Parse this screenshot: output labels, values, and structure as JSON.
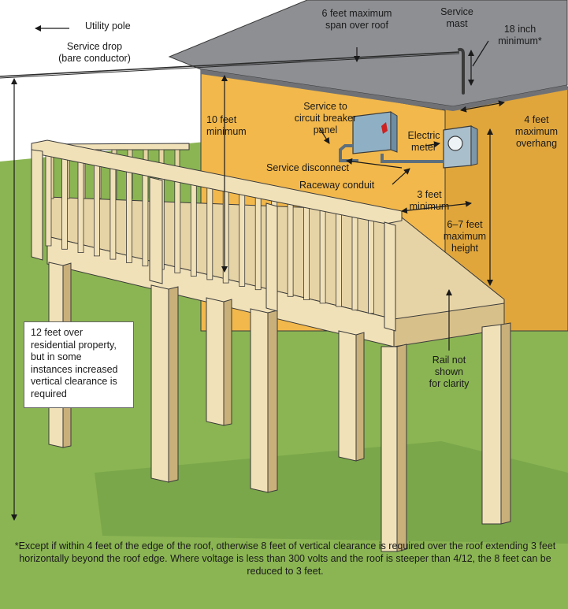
{
  "labels": {
    "utility_pole": "Utility pole",
    "service_drop": [
      "Service drop",
      "(bare conductor)"
    ],
    "span_over_roof": [
      "6 feet maximum",
      "span over roof"
    ],
    "service_mast": [
      "Service",
      "mast"
    ],
    "eighteen_inch": [
      "18 inch",
      "minimum*"
    ],
    "ten_feet": [
      "10 feet",
      "minimum"
    ],
    "service_to_panel": [
      "Service to",
      "circuit breaker",
      "panel"
    ],
    "electric_meter": [
      "Electric",
      "meter"
    ],
    "four_feet_overhang": [
      "4 feet",
      "maximum",
      "overhang"
    ],
    "service_disconnect": "Service disconnect",
    "raceway_conduit": "Raceway conduit",
    "three_feet": [
      "3 feet",
      "minimum"
    ],
    "six_seven_feet": [
      "6–7 feet",
      "maximum",
      "height"
    ],
    "rail_not_shown": [
      "Rail not",
      "shown",
      "for clarity"
    ],
    "twelve_feet": [
      "12 feet over",
      "residential property,",
      "but in some",
      "instances increased",
      "vertical clearance is",
      "required"
    ]
  },
  "footnote": "*Except if within 4 feet of the edge of the roof, otherwise 8 feet of vertical clearance is required over the roof extending 3 feet horizontally beyond the roof edge. Where voltage is less than 300 volts and the roof is steeper than 4/12, the 8 feet can be reduced to 3 feet.",
  "colors": {
    "sky": "#ffffff",
    "grass": "#8bb553",
    "shadow": "#5f8a3a",
    "house_wall": "#f2b84b",
    "house_side": "#e0a63c",
    "roof": "#8d8f93",
    "wood": "#f1e1b8",
    "wood_shade": "#d8c08b",
    "wood_dark": "#b9a06a",
    "outline": "#3a3a3a",
    "panel": "#8fb0c4",
    "breaker_handle": "#cc2222"
  }
}
